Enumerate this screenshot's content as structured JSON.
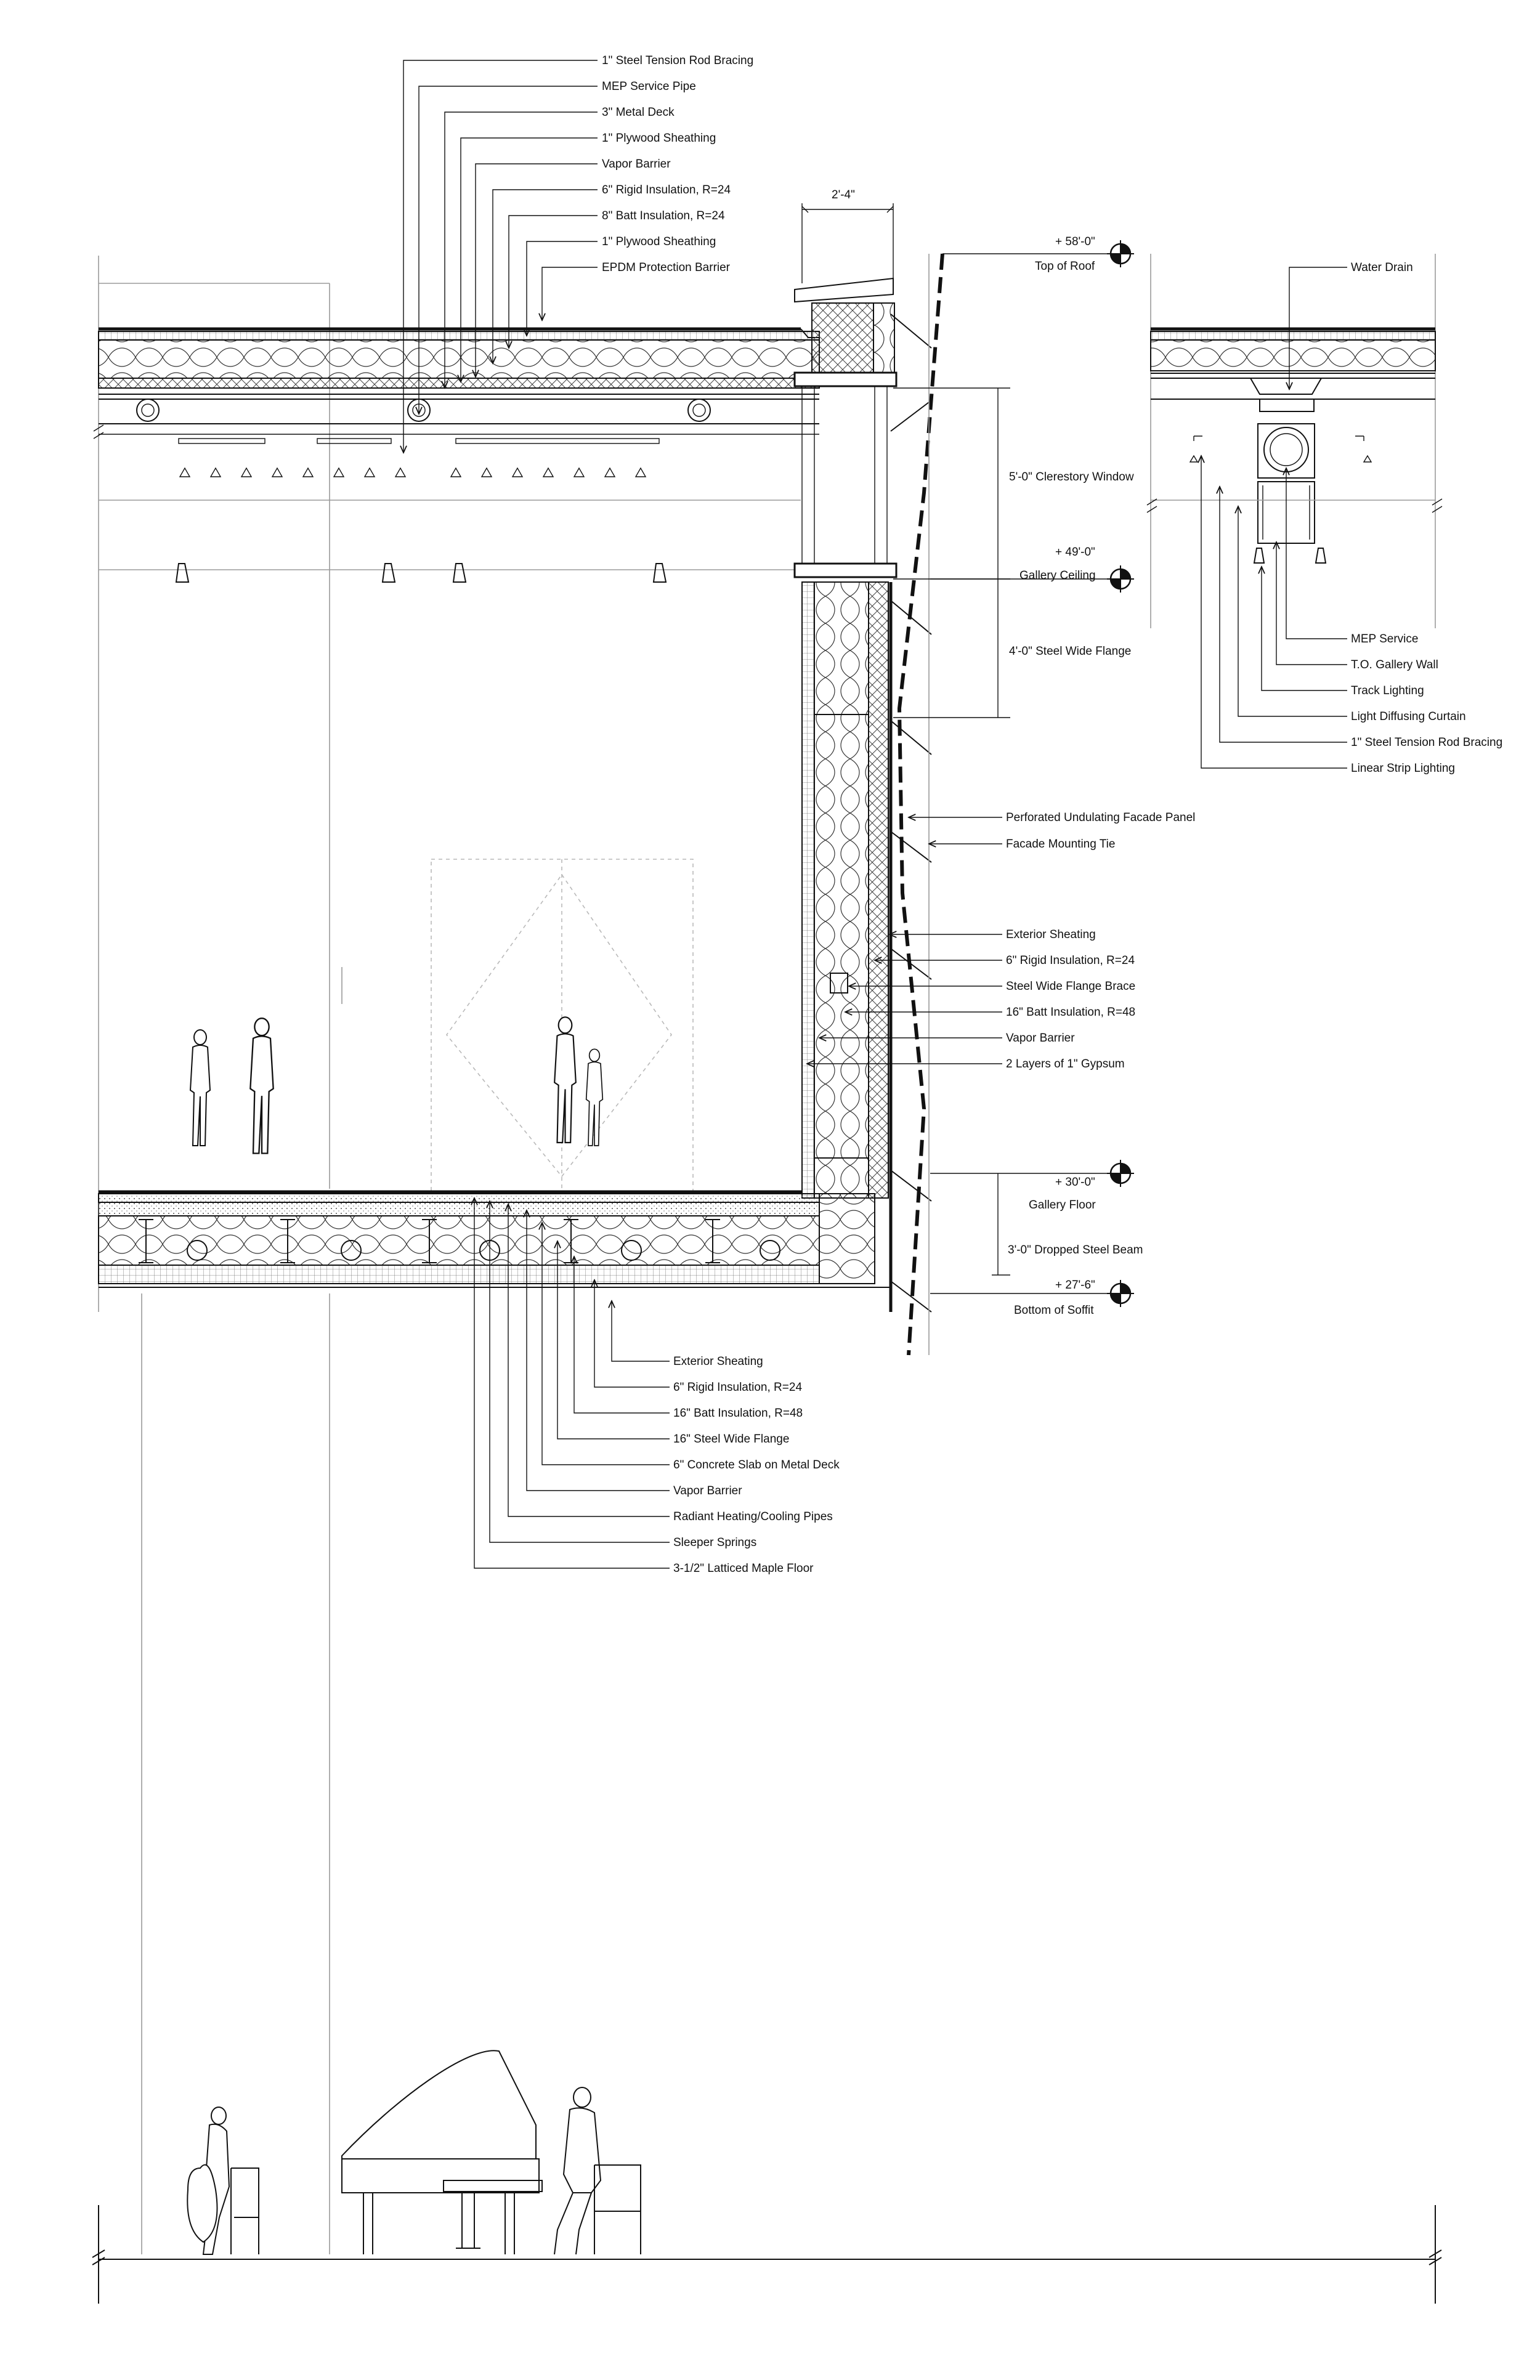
{
  "roof_callouts": [
    "1\" Steel Tension Rod Bracing",
    "MEP Service Pipe",
    "3\" Metal Deck",
    "1\" Plywood Sheathing",
    "Vapor Barrier",
    "6\" Rigid Insulation, R=24",
    "8\" Batt Insulation, R=24",
    "1\" Plywood Sheathing",
    "EPDM Protection Barrier"
  ],
  "parapet_dimension": "2'-4\"",
  "levels": {
    "top_of_roof": {
      "value": "+ 58'-0\"",
      "label": "Top of Roof"
    },
    "gallery_ceiling": {
      "value": "+ 49'-0\"",
      "label": "Gallery Ceiling"
    },
    "gallery_floor": {
      "value": "+ 30'-0\"",
      "label": "Gallery Floor"
    },
    "bottom_of_soffit": {
      "value": "+ 27'-6\"",
      "label": "Bottom of Soffit"
    }
  },
  "vertical_dimensions": {
    "clerestory": "5'-0\" Clerestory Window",
    "wide_flange": "4'-0\" Steel Wide Flange",
    "dropped_beam": "3'-0\" Dropped Steel Beam"
  },
  "detail_callouts": {
    "top": "Water Drain",
    "bottom": [
      "MEP Service",
      "T.O. Gallery Wall",
      "Track Lighting",
      "Light Diffusing Curtain",
      "1\" Steel Tension Rod Bracing",
      "Linear Strip Lighting"
    ]
  },
  "facade_callouts": [
    "Perforated Undulating Facade Panel",
    "Facade Mounting Tie"
  ],
  "wall_callouts": [
    "Exterior Sheating",
    "6\" Rigid Insulation, R=24",
    "Steel Wide Flange Brace",
    "16\" Batt Insulation, R=48",
    "Vapor Barrier",
    "2 Layers of 1\" Gypsum"
  ],
  "floor_callouts": [
    "Exterior Sheating",
    "6\" Rigid Insulation, R=24",
    "16\" Batt Insulation, R=48",
    "16\" Steel Wide Flange",
    "6\" Concrete Slab on Metal Deck",
    "Vapor Barrier",
    "Radiant Heating/Cooling Pipes",
    "Sleeper Springs",
    "3-1/2\" Latticed Maple Floor"
  ],
  "icons": [
    "level-datum-icon",
    "person-silhouette-icon",
    "grand-piano-icon",
    "cellist-icon"
  ]
}
